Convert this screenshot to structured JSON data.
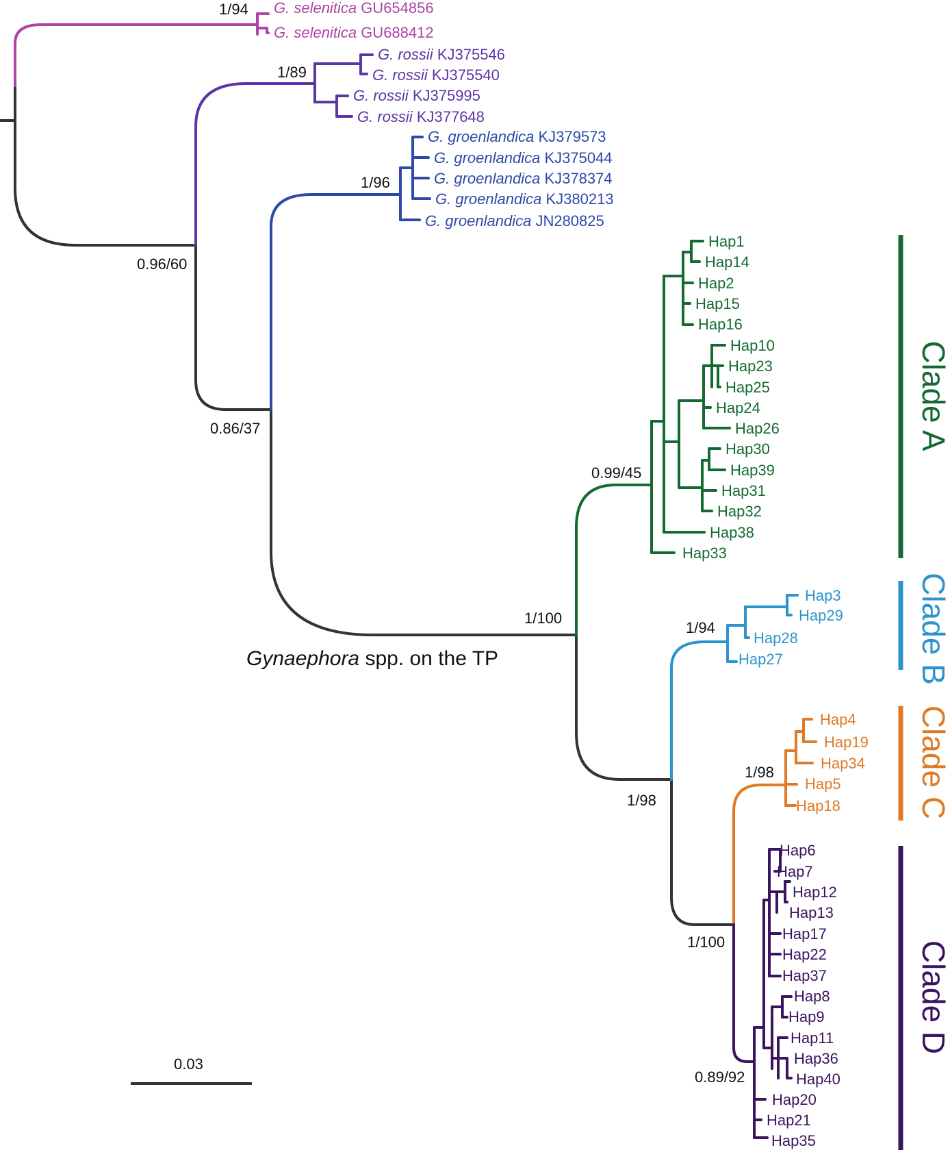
{
  "colors": {
    "selenitica": "#b044a4",
    "rossii": "#5c36a3",
    "groenlandica": "#2e4aa6",
    "cladeA": "#146a32",
    "cladeB": "#2d93cc",
    "cladeC": "#e07a26",
    "cladeD": "#3a145e",
    "backbone": "#333333"
  },
  "tips": {
    "sel1": {
      "genus": "G. selenitica",
      "acc": "GU654856"
    },
    "sel2": {
      "genus": "G. selenitica",
      "acc": "GU688412"
    },
    "ros1": {
      "genus": "G. rossii",
      "acc": "KJ375546"
    },
    "ros2": {
      "genus": "G. rossii",
      "acc": "KJ375540"
    },
    "ros3": {
      "genus": "G. rossii",
      "acc": "KJ375995"
    },
    "ros4": {
      "genus": "G. rossii",
      "acc": "KJ377648"
    },
    "gro1": {
      "genus": "G. groenlandica",
      "acc": "KJ379573"
    },
    "gro2": {
      "genus": "G. groenlandica",
      "acc": "KJ375044"
    },
    "gro3": {
      "genus": "G. groenlandica",
      "acc": "KJ378374"
    },
    "gro4": {
      "genus": "G. groenlandica",
      "acc": "KJ380213"
    },
    "gro5": {
      "genus": "G. groenlandica",
      "acc": "JN280825"
    },
    "Hap1": "Hap1",
    "Hap14": "Hap14",
    "Hap2": "Hap2",
    "Hap15": "Hap15",
    "Hap16": "Hap16",
    "Hap10": "Hap10",
    "Hap23": "Hap23",
    "Hap25": "Hap25",
    "Hap24": "Hap24",
    "Hap26": "Hap26",
    "Hap30": "Hap30",
    "Hap39": "Hap39",
    "Hap31": "Hap31",
    "Hap32": "Hap32",
    "Hap38": "Hap38",
    "Hap33": "Hap33",
    "Hap3": "Hap3",
    "Hap29": "Hap29",
    "Hap28": "Hap28",
    "Hap27": "Hap27",
    "Hap4": "Hap4",
    "Hap19": "Hap19",
    "Hap34": "Hap34",
    "Hap5": "Hap5",
    "Hap18": "Hap18",
    "Hap6": "Hap6",
    "Hap7": "Hap7",
    "Hap12": "Hap12",
    "Hap13": "Hap13",
    "Hap17": "Hap17",
    "Hap22": "Hap22",
    "Hap37": "Hap37",
    "Hap8": "Hap8",
    "Hap9": "Hap9",
    "Hap11": "Hap11",
    "Hap36": "Hap36",
    "Hap40": "Hap40",
    "Hap20": "Hap20",
    "Hap21": "Hap21",
    "Hap35": "Hap35"
  },
  "support": {
    "selenitica": "1/94",
    "rossii": "1/89",
    "groenlandica": "1/96",
    "n096": "0.96/60",
    "n086": "0.86/37",
    "tp": "1/100",
    "cladeA": "0.99/45",
    "cladeB": "1/94",
    "bcd": "1/98",
    "cladeC": "1/98",
    "cd": "1/100",
    "cladeD": "0.89/92"
  },
  "group_label": {
    "genus": "Gynaephora",
    "rest": " spp. on the TP"
  },
  "clades": {
    "A": "Clade A",
    "B": "Clade B",
    "C": "Clade C",
    "D": "Clade D"
  },
  "scale_bar": "0.03"
}
